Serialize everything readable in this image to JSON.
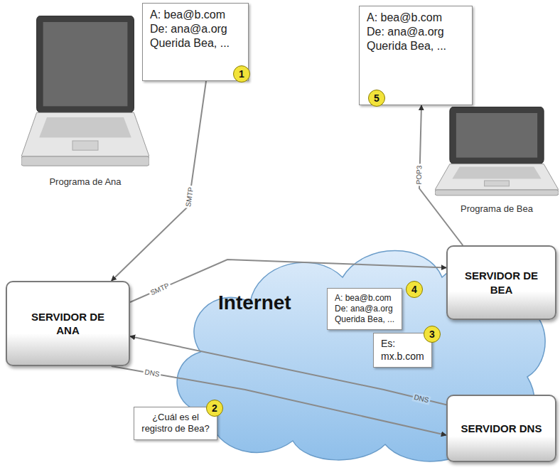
{
  "diagram": {
    "nodes": [
      {
        "text": [
          "Programa de Ana"
        ]
      },
      {
        "text": [
          "A: bea@b.com",
          "De: ana@a.org",
          "Querida Bea, ..."
        ]
      },
      {
        "text": [
          "Programa de Bea"
        ]
      },
      {
        "text": [
          "A: bea@b.com",
          "De: ana@a.org",
          "Querida Bea, ..."
        ]
      },
      {
        "text": [
          "SERVIDOR DE ANA"
        ]
      },
      {
        "text": [
          "SERVIDOR DE BEA"
        ]
      },
      {
        "text": [
          "SERVIDOR DNS"
        ]
      },
      {
        "text": [
          "Internet"
        ]
      },
      {
        "text": [
          "¿Cuál es el registro de Bea?"
        ]
      },
      {
        "text": [
          "Es:",
          "mx.b.com"
        ]
      },
      {
        "text": [
          "A: bea@b.com",
          "De: ana@a.org",
          "Querida Bea, ..."
        ]
      }
    ],
    "edges": [
      {
        "from": 1,
        "to": 4,
        "arrow": "to",
        "label": "SMTP"
      },
      {
        "from": 4,
        "to": 5,
        "arrow": "to",
        "label": "SMTP"
      },
      {
        "from": 4,
        "to": 6,
        "arrow": "to",
        "label": "DNS"
      },
      {
        "from": 6,
        "to": 4,
        "arrow": "to",
        "label": "DNS"
      },
      {
        "from": 5,
        "to": 3,
        "arrow": "to",
        "label": "POP3"
      }
    ],
    "labels": [
      "1",
      "2",
      "3",
      "4",
      "5"
    ]
  }
}
